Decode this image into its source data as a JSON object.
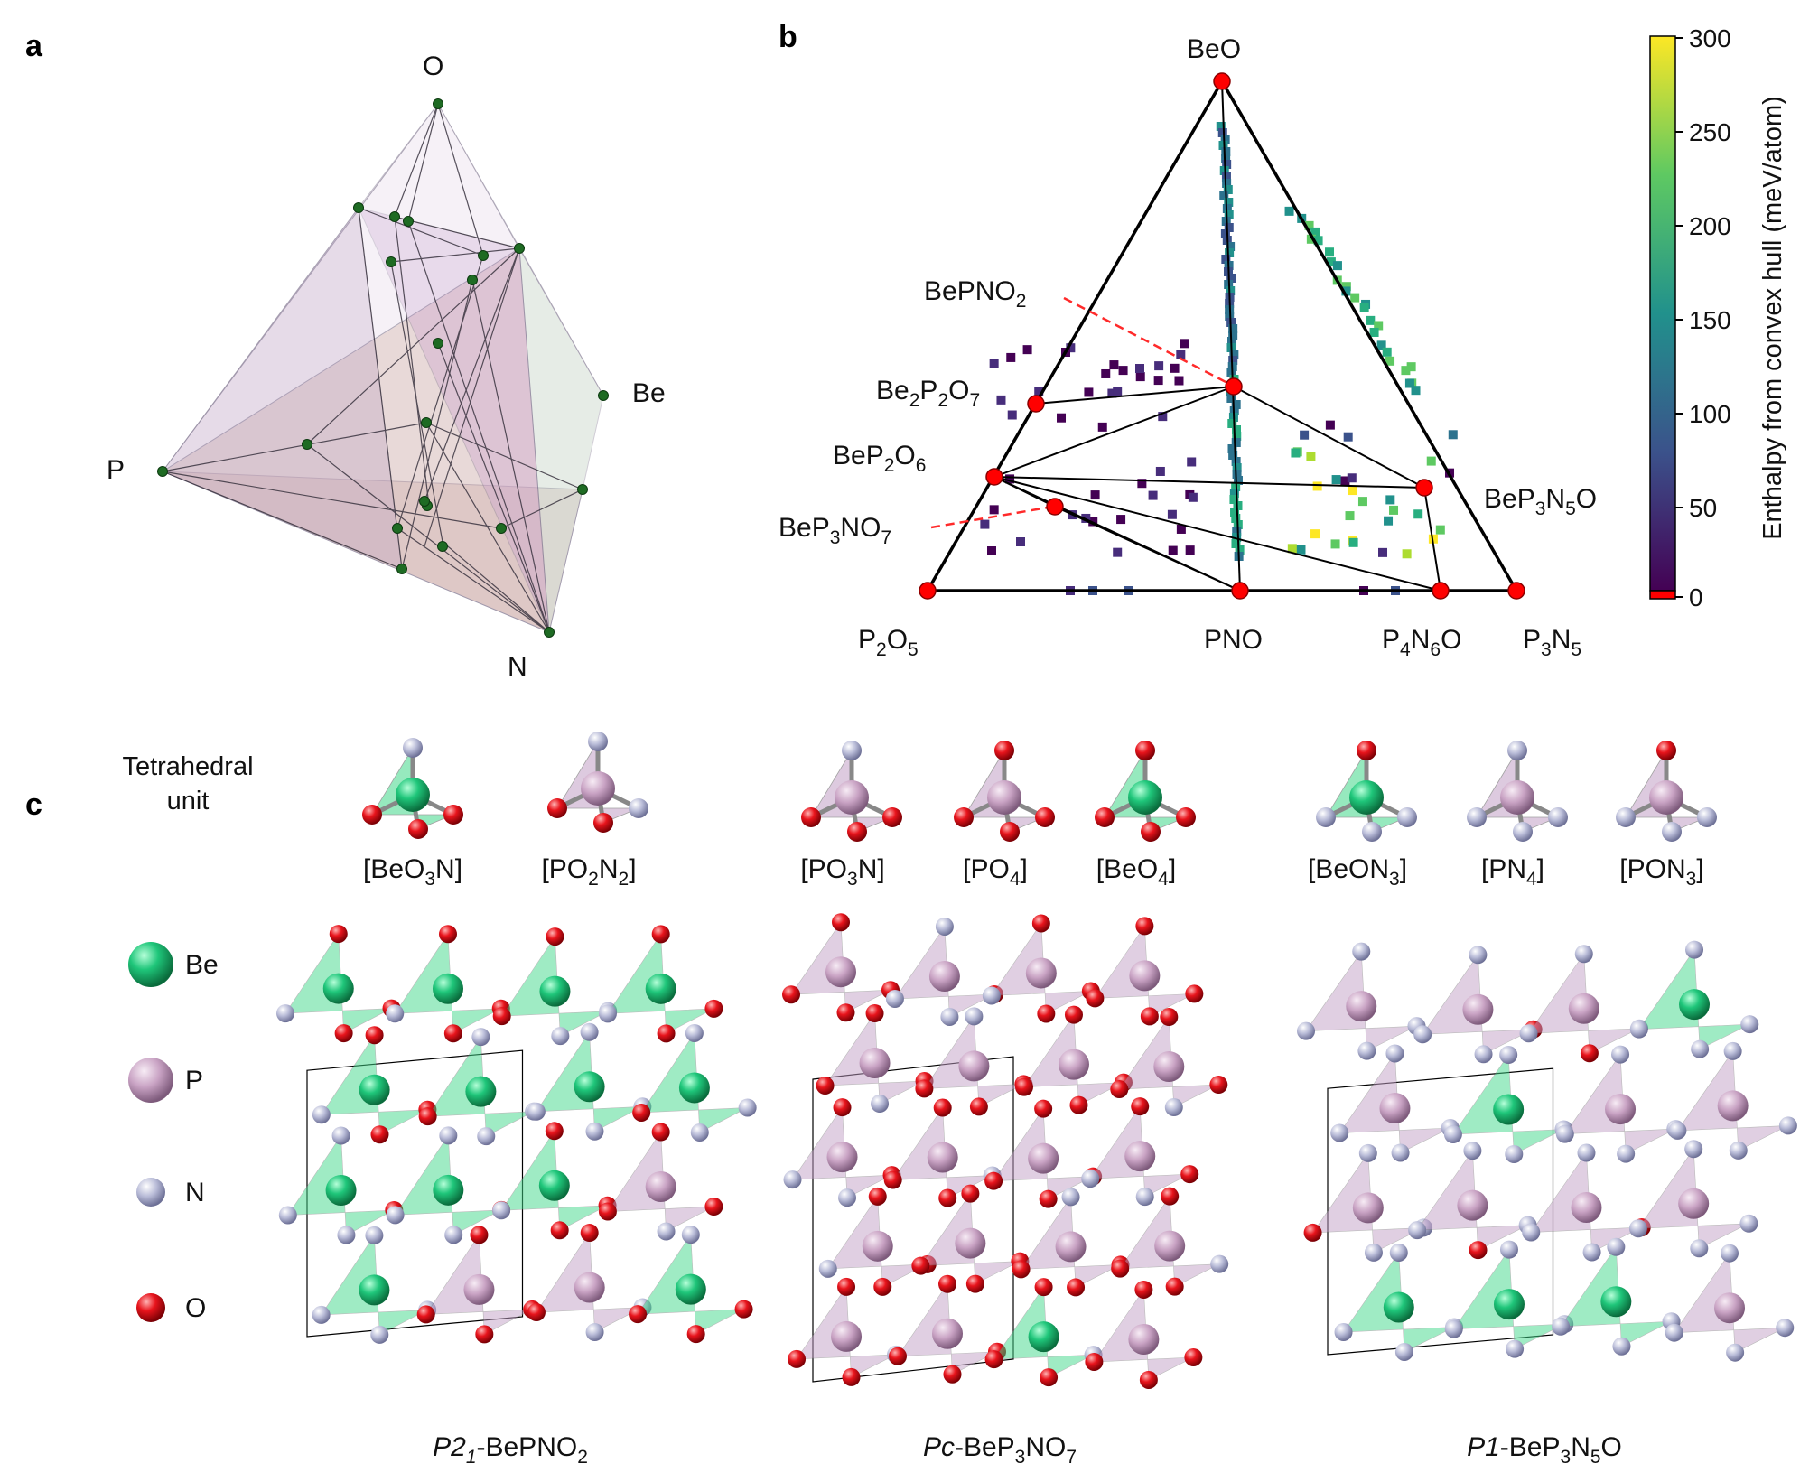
{
  "panels": {
    "a": {
      "letter": "a",
      "vertices": {
        "O": "O",
        "Be": "Be",
        "P": "P",
        "N": "N"
      }
    },
    "b": {
      "letter": "b",
      "phases": [
        {
          "id": "beo",
          "formula": "BeO"
        },
        {
          "id": "bepno2",
          "formula": "BePNO",
          "sub": "2"
        },
        {
          "id": "be2p2o7",
          "formula": "Be2P2O7",
          "html": [
            "Be",
            "2",
            "P",
            "2",
            "O",
            "7"
          ]
        },
        {
          "id": "bep2o6",
          "formula": "BeP2O6",
          "html": [
            "BeP",
            "2",
            "O",
            "6"
          ]
        },
        {
          "id": "bep3no7",
          "formula": "BeP3NO7",
          "html": [
            "BeP",
            "3",
            "NO",
            "7"
          ]
        },
        {
          "id": "bep3n5o",
          "formula": "BeP3N5O",
          "html": [
            "BeP",
            "3",
            "N",
            "5",
            "O"
          ]
        },
        {
          "id": "p2o5",
          "formula": "P2O5",
          "html": [
            "P",
            "2",
            "O",
            "5"
          ]
        },
        {
          "id": "pno",
          "formula": "PNO"
        },
        {
          "id": "p4n6o",
          "formula": "P4N6O",
          "html": [
            "P",
            "4",
            "N",
            "6",
            "O"
          ]
        },
        {
          "id": "p3n5",
          "formula": "P3N5",
          "html": [
            "P",
            "3",
            "N",
            "5"
          ]
        }
      ],
      "colorbar": {
        "label": "Enthalpy from convex hull (meV/atom)",
        "ticks": [
          "300",
          "250",
          "200",
          "150",
          "100",
          "50",
          "0"
        ],
        "range": [
          0,
          300
        ],
        "colors": [
          "#440154",
          "#3b528b",
          "#21918c",
          "#5ec962",
          "#fde725"
        ],
        "zero_color": "#ff0000"
      }
    },
    "c": {
      "letter": "c",
      "tetra_heading": [
        "Tetrahedral",
        "unit"
      ],
      "units": [
        [
          "[BeO",
          "3",
          "N]"
        ],
        [
          "[PO",
          "2",
          "N",
          "2",
          "]"
        ],
        [
          "[PO",
          "3",
          "N]"
        ],
        [
          "[PO",
          "4",
          "]"
        ],
        [
          "[BeO",
          "4",
          "]"
        ],
        [
          "[BeON",
          "3",
          "]"
        ],
        [
          "[PN",
          "4",
          "]"
        ],
        [
          "[PON",
          "3",
          "]"
        ]
      ],
      "legend": [
        {
          "name": "Be",
          "color": "#1fc67a"
        },
        {
          "name": "P",
          "color": "#c9a3c4"
        },
        {
          "name": "N",
          "color": "#b9bcd8"
        },
        {
          "name": "O",
          "color": "#e8141c"
        }
      ],
      "structures": [
        {
          "space_group": "P2",
          "sg_sub": "1",
          "formula": [
            "-BePNO",
            "2",
            ""
          ]
        },
        {
          "space_group": "Pc",
          "sg_sub": "",
          "formula": [
            "-BeP",
            "3",
            "NO",
            "7"
          ]
        },
        {
          "space_group": "P1",
          "sg_sub": "",
          "formula": [
            "-BeP",
            "3",
            "N",
            "5",
            "O"
          ]
        }
      ]
    }
  }
}
